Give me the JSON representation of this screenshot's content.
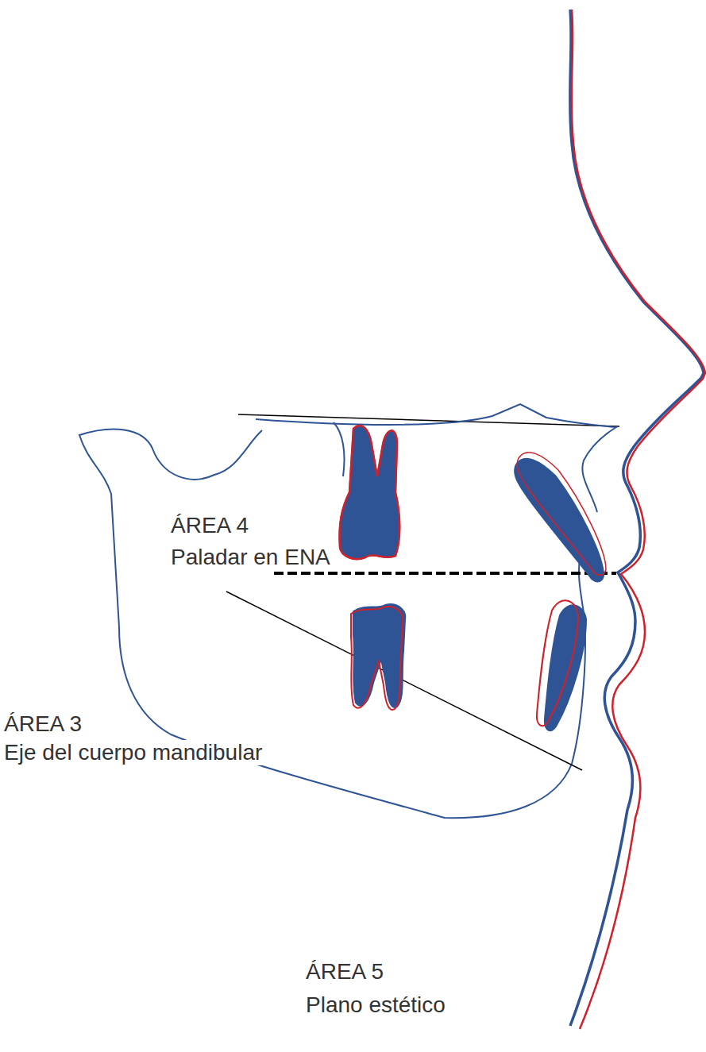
{
  "diagram": {
    "labels": [
      "ÁREA 4",
      "Paladar en ENA",
      "ÁREA 3",
      "Eje del cuerpo mandibular",
      "ÁREA 5",
      "Plano estético"
    ]
  }
}
